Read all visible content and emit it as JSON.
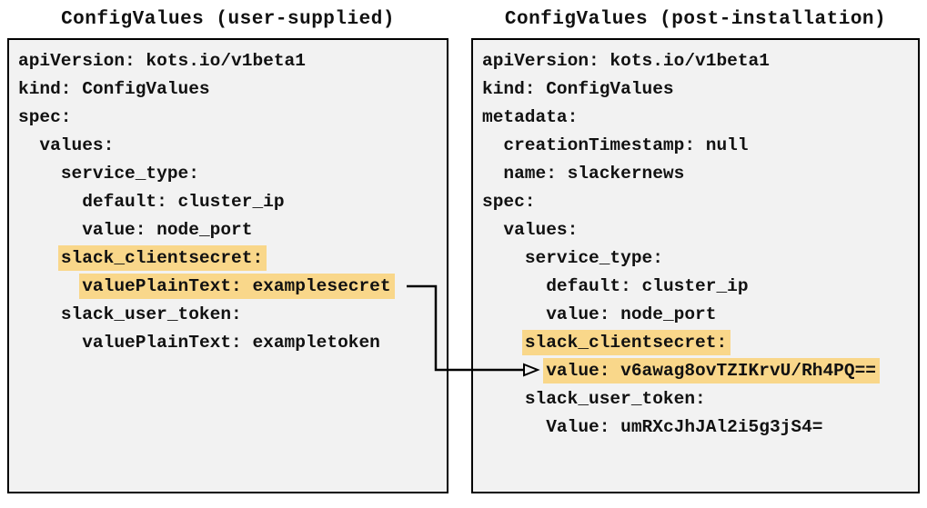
{
  "colors": {
    "page_bg": "#ffffff",
    "panel_bg": "#f2f2f2",
    "panel_border": "#000000",
    "text": "#111111",
    "highlight": "#f9d78a",
    "arrow": "#000000"
  },
  "panels": [
    {
      "id": "user-supplied",
      "title": "ConfigValues (user-supplied)",
      "lines": [
        {
          "indent": 0,
          "text": "apiVersion: kots.io/v1beta1",
          "highlight": false
        },
        {
          "indent": 0,
          "text": "kind: ConfigValues",
          "highlight": false
        },
        {
          "indent": 0,
          "text": "spec:",
          "highlight": false
        },
        {
          "indent": 1,
          "text": "values:",
          "highlight": false
        },
        {
          "indent": 2,
          "text": "service_type:",
          "highlight": false
        },
        {
          "indent": 3,
          "text": "default: cluster_ip",
          "highlight": false
        },
        {
          "indent": 3,
          "text": "value: node_port",
          "highlight": false
        },
        {
          "indent": 2,
          "text": "slack_clientsecret:",
          "highlight": true
        },
        {
          "indent": 3,
          "text": "valuePlainText: examplesecret",
          "highlight": true
        },
        {
          "indent": 2,
          "text": "slack_user_token:",
          "highlight": false
        },
        {
          "indent": 3,
          "text": "valuePlainText: exampletoken",
          "highlight": false
        }
      ]
    },
    {
      "id": "post-installation",
      "title": "ConfigValues (post-installation)",
      "lines": [
        {
          "indent": 0,
          "text": "apiVersion: kots.io/v1beta1",
          "highlight": false
        },
        {
          "indent": 0,
          "text": "kind: ConfigValues",
          "highlight": false
        },
        {
          "indent": 0,
          "text": "metadata:",
          "highlight": false
        },
        {
          "indent": 1,
          "text": "creationTimestamp: null",
          "highlight": false
        },
        {
          "indent": 1,
          "text": "name: slackernews",
          "highlight": false
        },
        {
          "indent": 0,
          "text": "spec:",
          "highlight": false
        },
        {
          "indent": 1,
          "text": "values:",
          "highlight": false
        },
        {
          "indent": 2,
          "text": "service_type:",
          "highlight": false
        },
        {
          "indent": 3,
          "text": "default: cluster_ip",
          "highlight": false
        },
        {
          "indent": 3,
          "text": "value: node_port",
          "highlight": false
        },
        {
          "indent": 2,
          "text": "slack_clientsecret:",
          "highlight": true
        },
        {
          "indent": 3,
          "text": "value: v6awag8ovTZIKrvU/Rh4PQ==",
          "highlight": true
        },
        {
          "indent": 2,
          "text": "slack_user_token:",
          "highlight": false
        },
        {
          "indent": 3,
          "text": "Value: umRXcJhJAl2i5g3jS4=",
          "highlight": false
        }
      ]
    }
  ],
  "connector": {
    "from": "valuePlainText: examplesecret",
    "to": "value: v6awag8ovTZIKrvU/Rh4PQ==",
    "style": "elbow-open-arrowhead"
  }
}
